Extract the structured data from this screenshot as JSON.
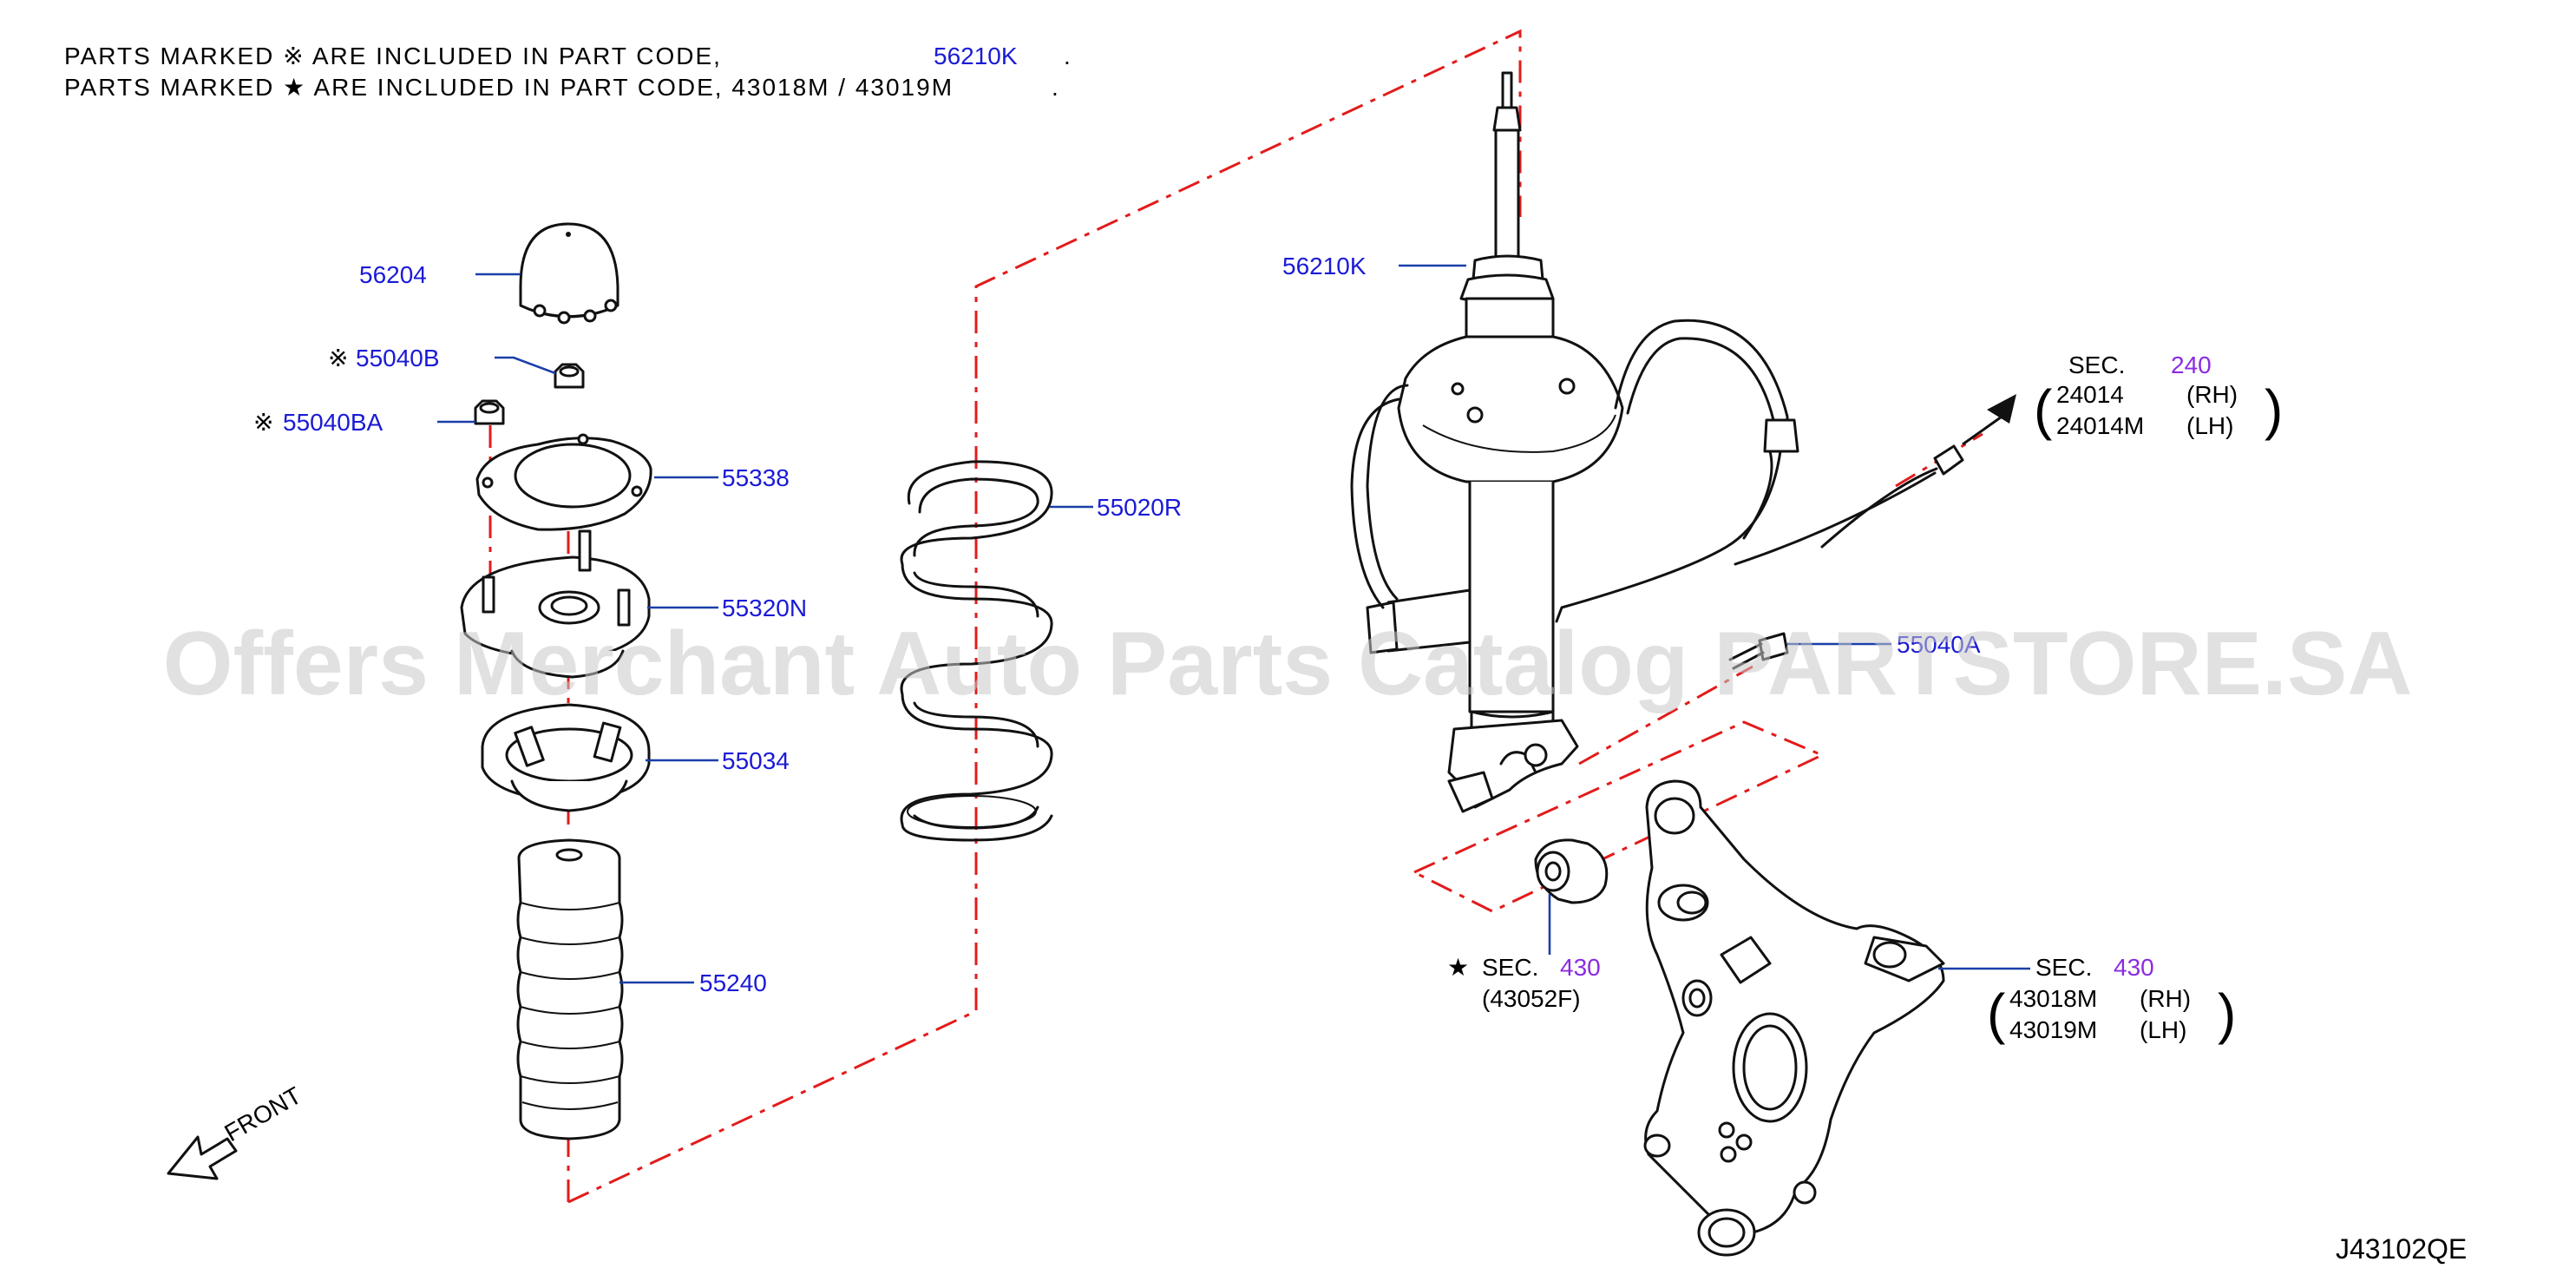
{
  "notes": {
    "line1": {
      "text": "PARTS   MARKED  ※ ARE   INCLUDED   IN   PART   CODE,",
      "code": "56210K",
      "end": "."
    },
    "line2": {
      "text": "PARTS   MARKED  ★ ARE   INCLUDED   IN   PART   CODE,   43018M   /   43019M",
      "end": "."
    }
  },
  "parts": {
    "p56204": "56204",
    "p55040B": "55040B",
    "p55040BA": "55040BA",
    "p55338": "55338",
    "p55320N": "55320N",
    "p55034": "55034",
    "p55240": "55240",
    "p55020R": "55020R",
    "p56210K": "56210K",
    "p55040A": "55040A"
  },
  "marks": {
    "ref": "※",
    "star": "★"
  },
  "sec240": {
    "label": "SEC.",
    "num": "240",
    "rows": [
      {
        "code": "24014",
        "side": "(RH)"
      },
      {
        "code": "24014M",
        "side": "(LH)"
      }
    ]
  },
  "sec430a": {
    "label": "SEC.",
    "num": "430",
    "sub": "(43052F)"
  },
  "sec430b": {
    "label": "SEC.",
    "num": "430",
    "rows": [
      {
        "code": "43018M",
        "side": "(RH)"
      },
      {
        "code": "43019M",
        "side": "(LH)"
      }
    ]
  },
  "front": "FRONT",
  "diagram_code": "J43102QE",
  "watermark": "Offers Merchant Auto Parts Catalog PARTSTORE.SA",
  "colors": {
    "part_number": "#1a1ad6",
    "section": "#8a2be2",
    "leader": "#1a3fa8",
    "assembly_line": "#e31b1b"
  }
}
